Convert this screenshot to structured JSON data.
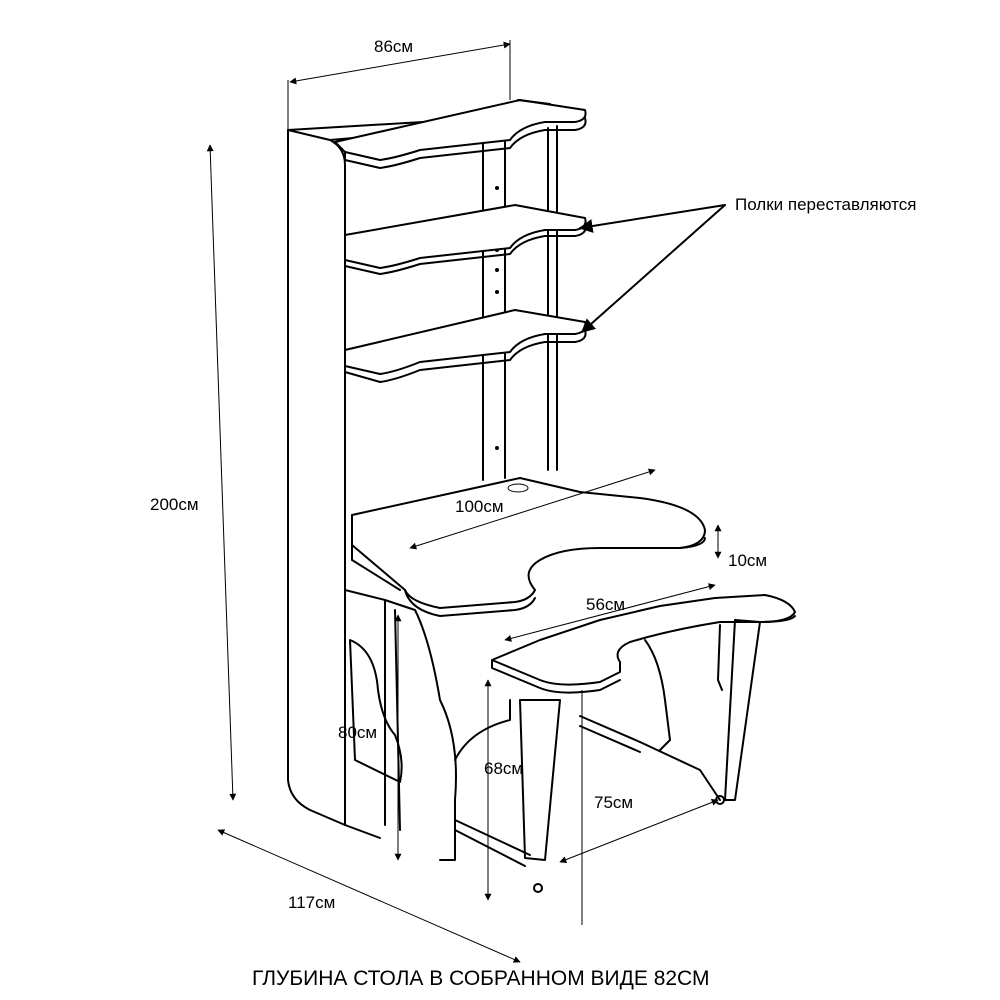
{
  "dimensions": {
    "width": "86см",
    "height": "200см",
    "desk_width": "100см",
    "shelf_step": "10см",
    "desk_depth": "56см",
    "leg_height_left": "80см",
    "leg_height_right": "68см",
    "lower_depth": "75см",
    "total_length": "117см"
  },
  "callout": {
    "text": "Полки переставляются"
  },
  "caption": {
    "text": "ГЛУБИНА СТОЛА В СОБРАННОМ ВИДЕ 82СМ"
  }
}
